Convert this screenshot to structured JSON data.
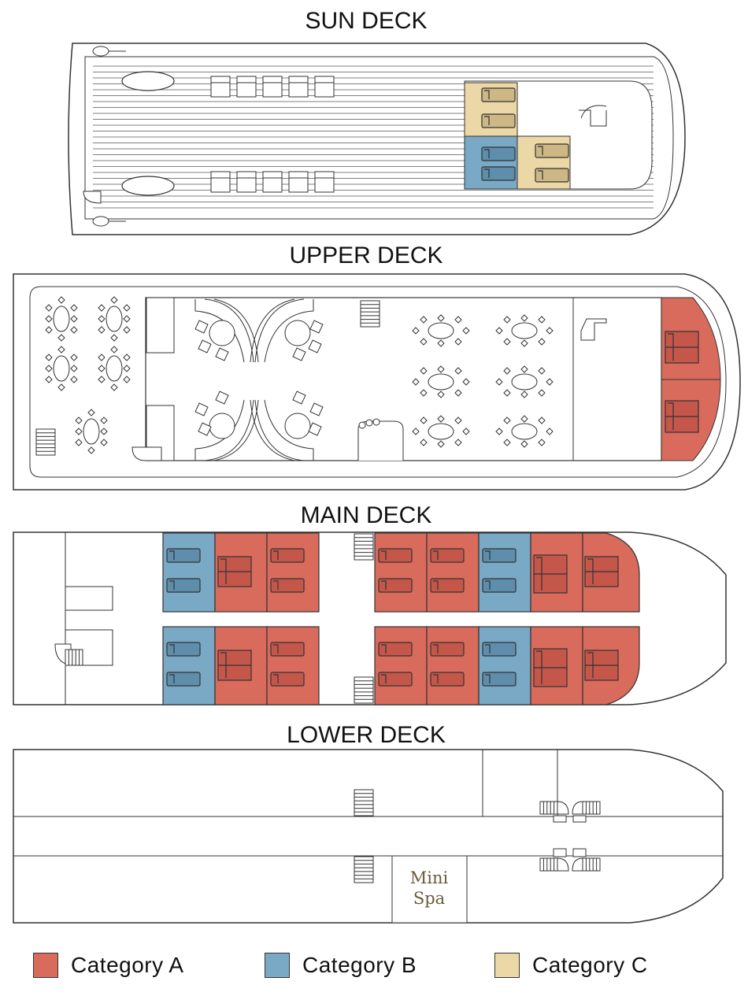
{
  "decks": {
    "sun": "SUN DECK",
    "upper": "UPPER DECK",
    "main": "MAIN DECK",
    "lower": "LOWER DECK"
  },
  "spa": {
    "line1": "Mini",
    "line2": "Spa"
  },
  "legend": [
    {
      "label": "Category  A",
      "color": "#d86b5c"
    },
    {
      "label": "Category  B",
      "color": "#79a9c4"
    },
    {
      "label": "Category  C",
      "color": "#ecd7a6"
    }
  ],
  "colors": {
    "category_a": "#d86b5c",
    "category_b": "#79a9c4",
    "category_c": "#ecd7a6",
    "outline": "#333333"
  }
}
